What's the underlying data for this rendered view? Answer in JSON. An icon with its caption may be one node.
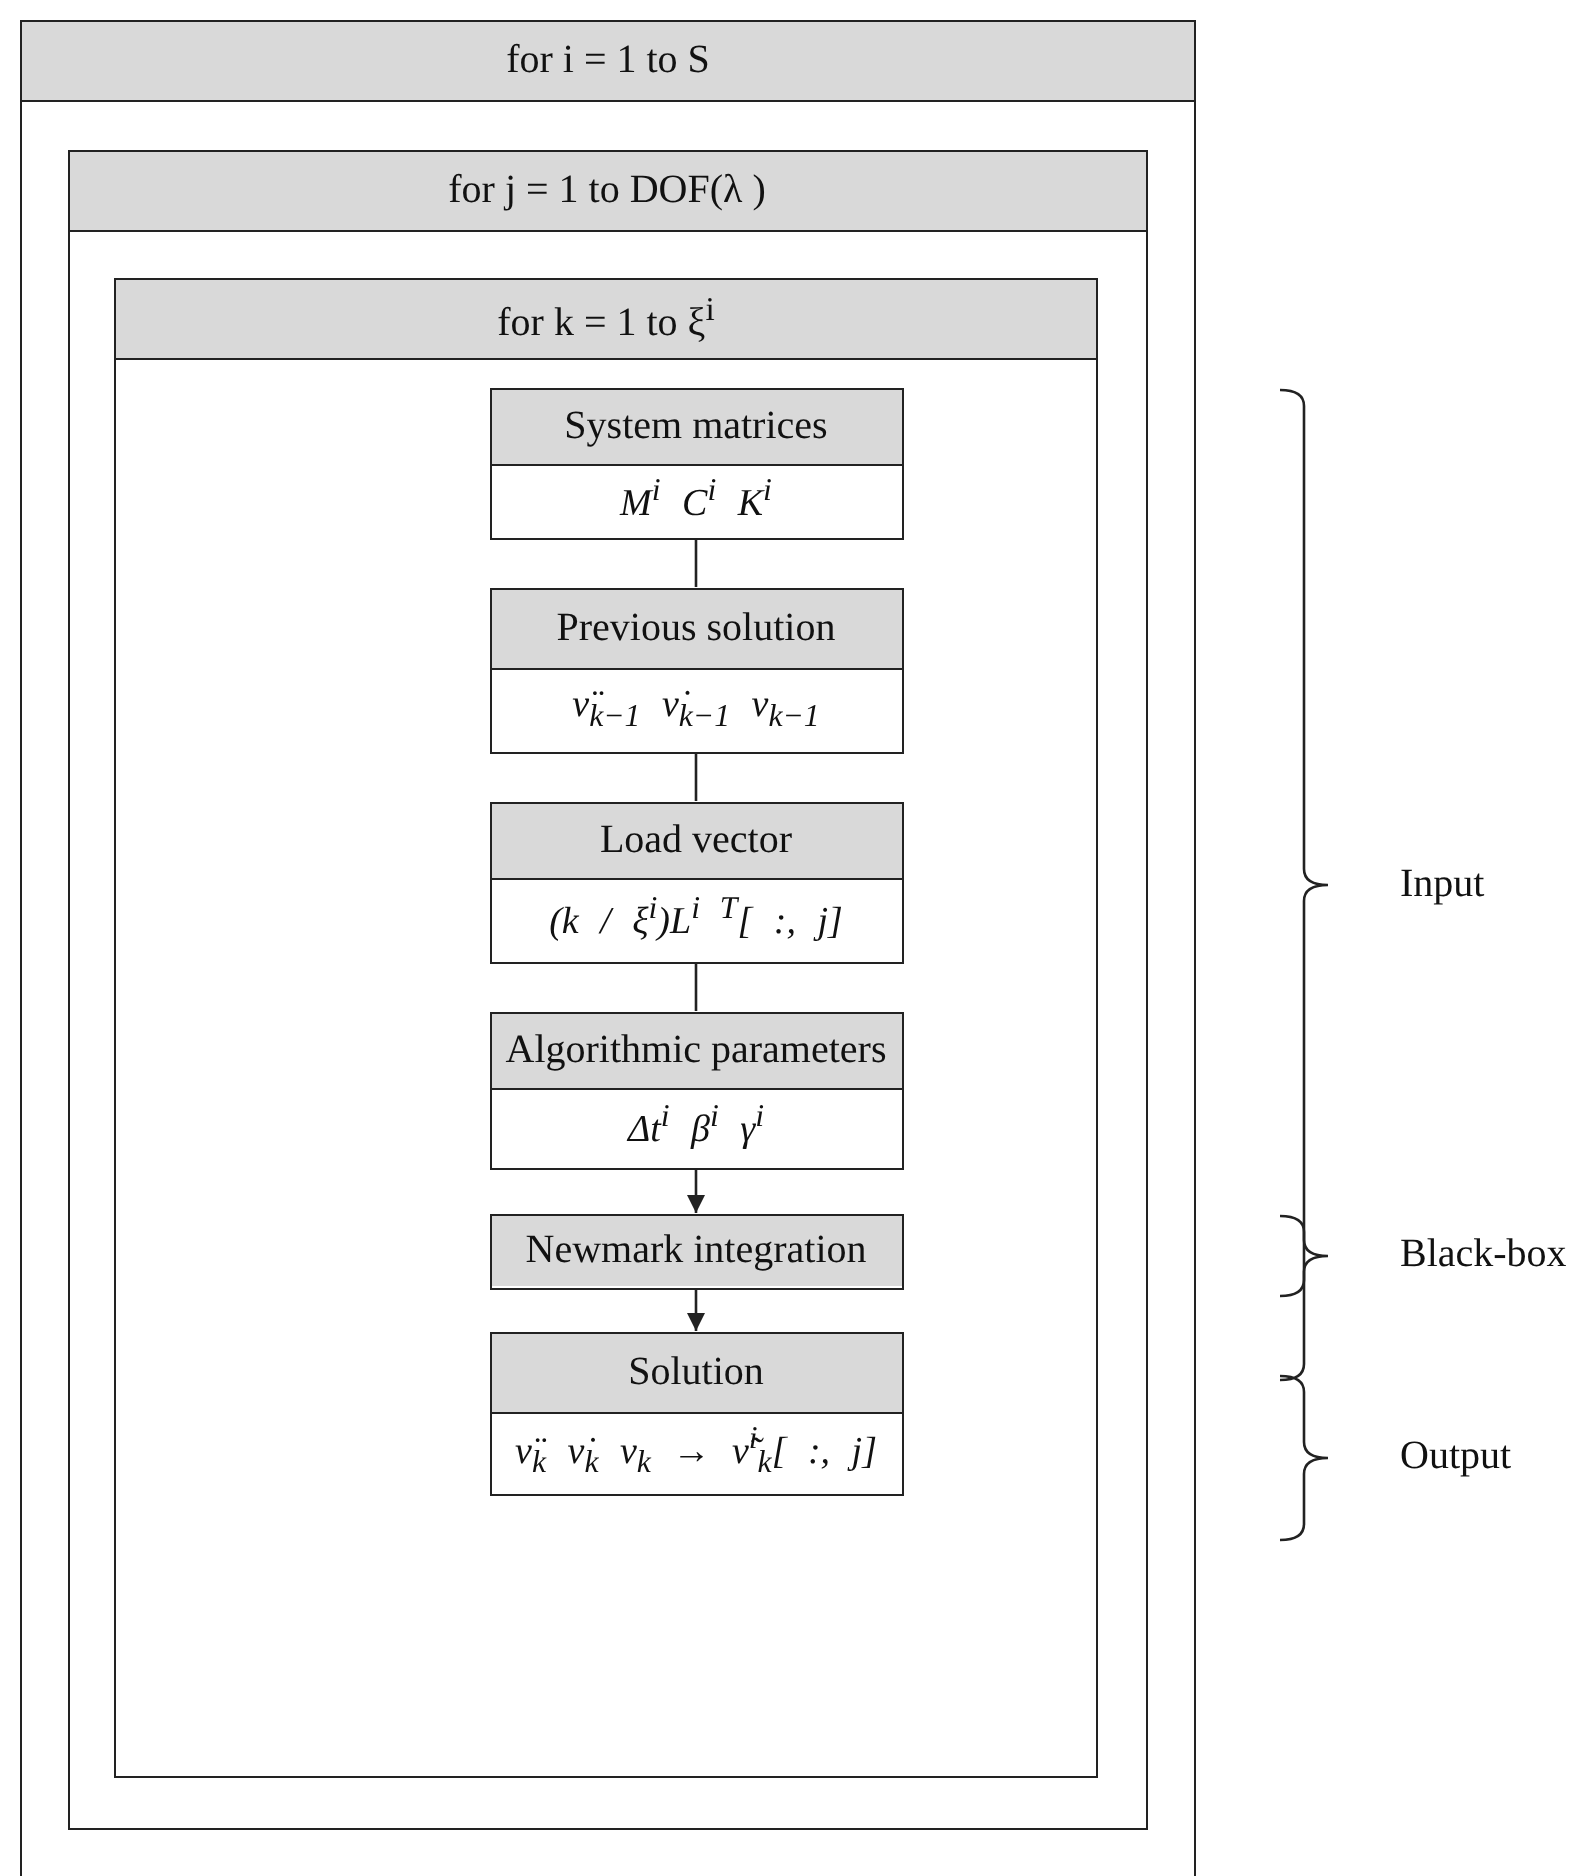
{
  "diagram": {
    "nodes": [
      {
        "text": [
          "for i = 1 to S"
        ]
      },
      {
        "text": [
          "for j = 1 to DOF(λ )"
        ],
        "in": 0
      },
      {
        "text": [
          "for k = 1 to ξ$^{i}$"
        ],
        "in": 1
      },
      {
        "text": [
          "System matrices",
          "M$^{i}$ C$^{i}$ K$^{i}$"
        ],
        "in": 2
      },
      {
        "text": [
          "Previous solution",
          "ν̈$_{k−1}$ ν̇$_{k−1}$ ν$_{k−1}$"
        ],
        "in": 2
      },
      {
        "text": [
          "Load vector",
          "(k / ξ$^{i}$)L$^{i T}$[ :, j]"
        ],
        "in": 2
      },
      {
        "text": [
          "Algorithmic parameters",
          "Δt$^{i}$ β$^{i}$ γ$^{i}$"
        ],
        "in": 2
      },
      {
        "text": [
          "Newmark integration"
        ],
        "in": 2
      },
      {
        "text": [
          "Solution",
          "ν̈$_{k}$ ν̇$_{k}$ ν$_{k}$ → ν̃$^{i}$$_{k}$[ :, j]"
        ],
        "in": 2
      }
    ],
    "edges": [
      {
        "from": 3,
        "to": 4,
        "arrow": "none"
      },
      {
        "from": 4,
        "to": 5,
        "arrow": "none"
      },
      {
        "from": 5,
        "to": 6,
        "arrow": "none"
      },
      {
        "from": 6,
        "to": 7,
        "arrow": "to"
      },
      {
        "from": 7,
        "to": 8,
        "arrow": "to"
      }
    ],
    "labels": [
      "Input",
      "Black-box",
      "Output"
    ]
  }
}
